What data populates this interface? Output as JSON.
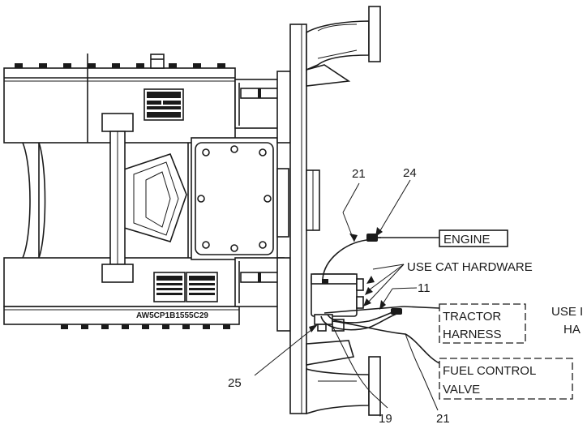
{
  "diagram": {
    "stamp_text": "AW5CP1B1555C29",
    "connectors": {
      "engine": "ENGINE",
      "tractor_line1": "TRACTOR",
      "tractor_line2": "HARNESS",
      "fuel_line1": "FUEL CONTROL",
      "fuel_line2": "VALVE"
    },
    "notes": {
      "cat_hardware": "USE CAT HARDWARE",
      "cut_line1": "USE I",
      "cut_line2": "HA"
    },
    "callouts": {
      "c21_top": "21",
      "c24": "24",
      "c11": "11",
      "c25": "25",
      "c19": "19",
      "c21_bottom": "21"
    }
  }
}
